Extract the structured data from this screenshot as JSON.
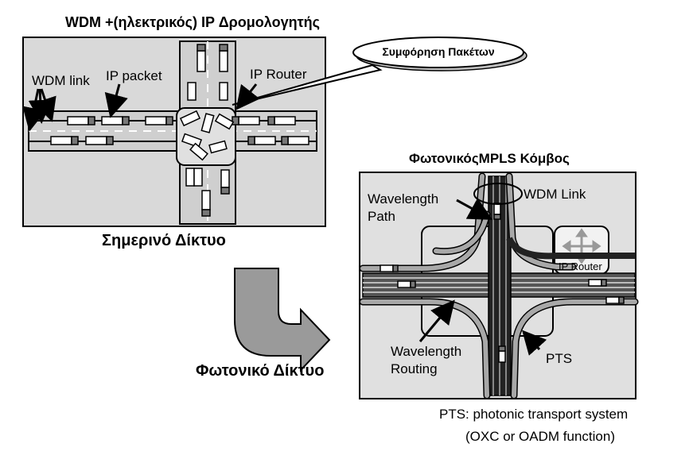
{
  "top_diagram": {
    "title": "WDM +(ηλεκτρικός) IP Δρομολογητής",
    "labels": {
      "wdm_link": "WDM link",
      "ip_packet": "IP packet",
      "ip_router": "IP Router"
    },
    "callout": "Συμφόρηση Πακέτων",
    "caption": "Σημερινό Δίκτυο"
  },
  "arrow_caption": "Φωτονικό Δίκτυο",
  "bottom_diagram": {
    "title": "ΦωτονικόςMPLS Κόμβος",
    "labels": {
      "wavelength_path": "Wavelength\nPath",
      "wdm_link": "WDM Link",
      "ip_router": "IP Router",
      "wavelength_routing": "Wavelength\nRouting",
      "pts": "PTS"
    }
  },
  "footnote": {
    "line1": "PTS: photonic transport system",
    "line2": "(OXC or OADM function)"
  },
  "colors": {
    "panel_bg": "#d9d9d9",
    "road": "#3a3a3a",
    "lane": "#bdbdbd",
    "fiber_dark": "#222222",
    "fiber_light": "#a8a8a8",
    "arrow_fill": "#9a9a9a"
  }
}
